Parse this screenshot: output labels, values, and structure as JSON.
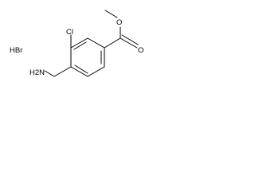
{
  "molecule": {
    "salt_label": "HBr",
    "atom_labels": {
      "chlorine": "Cl",
      "amine": "H2N",
      "carbonyl_oxygen": "O",
      "ester_oxygen": "O"
    }
  },
  "colors": {
    "background": "#ffffff",
    "ink": "#000000"
  }
}
